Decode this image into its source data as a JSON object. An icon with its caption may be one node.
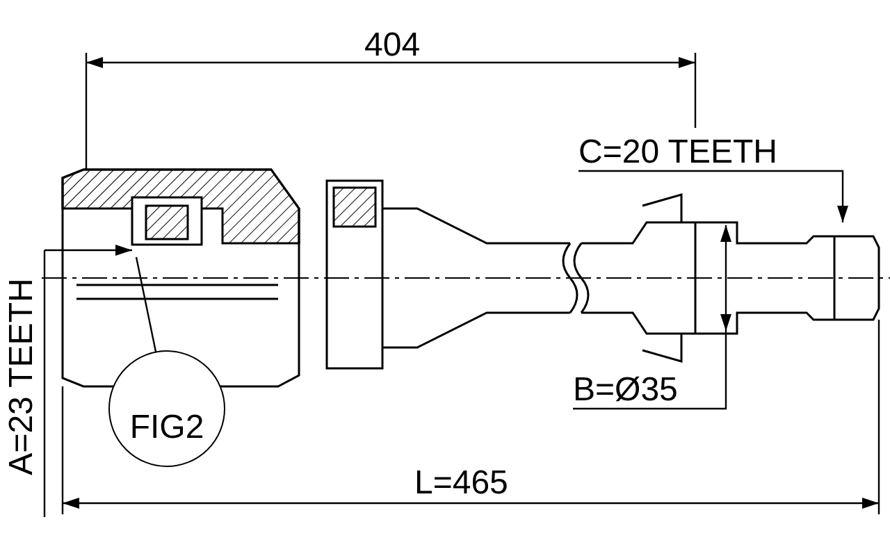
{
  "diagram": {
    "nodes": [
      {
        "text": [
          "C=20 TEETH"
        ]
      },
      {
        "text": [
          "B=Ø35"
        ]
      },
      {
        "text": [
          "FIG2"
        ]
      }
    ],
    "edges": [
      {
        "from": 0,
        "to": null,
        "arrow": "to"
      },
      {
        "from": 1,
        "to": null,
        "arrow": "none"
      },
      {
        "from": 2,
        "to": null,
        "arrow": "none"
      }
    ],
    "labels": [
      "404",
      "A=23 TEETH",
      "L=465"
    ]
  }
}
